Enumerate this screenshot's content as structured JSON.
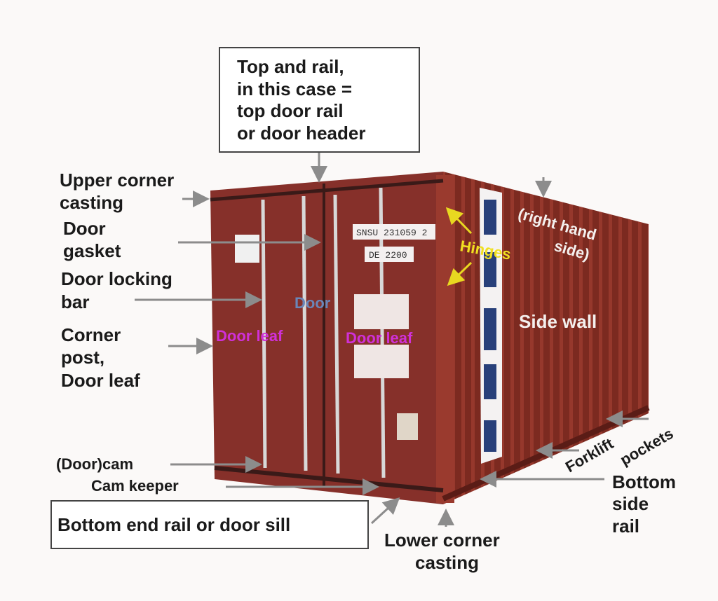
{
  "colors": {
    "container": "#8a2c22",
    "container_side": "#7a261e",
    "arrow": "#8c8c8c",
    "hinge_label": "#f0e020",
    "door_leaf_label": "#d030d8",
    "door_label": "#6a86b8"
  },
  "labels": {
    "top_rail": [
      "Top and rail,",
      "in this case =",
      "top door rail",
      "or door header"
    ],
    "upper_corner_casting": [
      "Upper corner",
      "casting"
    ],
    "door_gasket": [
      "Door",
      "gasket"
    ],
    "door_locking_bar": [
      "Door locking",
      "bar"
    ],
    "corner_post": [
      "Corner",
      "post,",
      "Door leaf"
    ],
    "door_cam": "(Door)cam",
    "cam_keeper": "Cam keeper",
    "bottom_end_rail": "Bottom end rail or door sill",
    "lower_corner_casting": [
      "Lower corner",
      "casting"
    ],
    "bottom_side_rail": [
      "Bottom",
      "side",
      "rail"
    ],
    "forklift": "Forklift",
    "pockets": "pockets",
    "right_hand_side": [
      "(right hand",
      "side)"
    ],
    "side_wall": "Side wall",
    "hinges": "Hinges",
    "door": "Door",
    "door_leaf_left": "Door leaf",
    "door_leaf_right": "Door leaf"
  },
  "container_markings": [
    "SNSU 231059 2",
    "DE 2200"
  ]
}
